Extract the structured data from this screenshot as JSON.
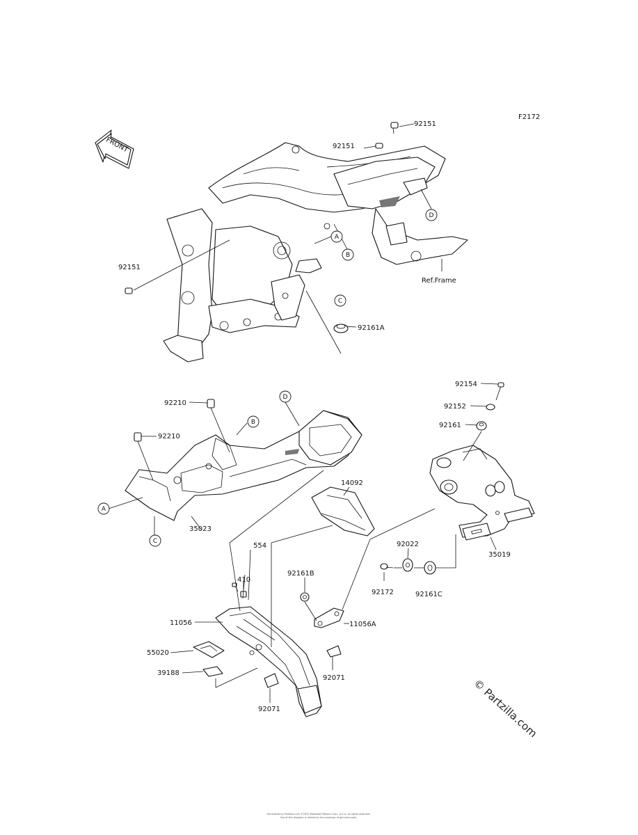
{
  "figure_id": "F2172",
  "front_label": "FRONT",
  "callouts": {
    "a": "A",
    "b": "B",
    "c": "C",
    "d": "D"
  },
  "parts": {
    "p92151_top": "92151",
    "p92151_mid": "92151",
    "p92151_left": "92151",
    "ref_frame": "Ref.Frame",
    "p92161A": "92161A",
    "p92154": "92154",
    "p92152": "92152",
    "p92161": "92161",
    "p92210_top": "92210",
    "p92210_left": "92210",
    "p35023": "35023",
    "p14092": "14092",
    "p35019": "35019",
    "p554": "554",
    "p410": "410",
    "p92161B": "92161B",
    "p92022": "92022",
    "p92172": "92172",
    "p92161C": "92161C",
    "p11056": "11056",
    "p11056A": "11056A",
    "p55020": "55020",
    "p39188": "39188",
    "p92071_right": "92071",
    "p92071_bottom": "92071"
  },
  "watermark": "© Partzilla.com",
  "footer_line1": "Generated by Partzilla.com  ©2022 Kawasaki Motors Corp., U.S.A. All rights reserved.",
  "footer_line2": "Use of this diagram is limited to the purchase of genuine parts."
}
